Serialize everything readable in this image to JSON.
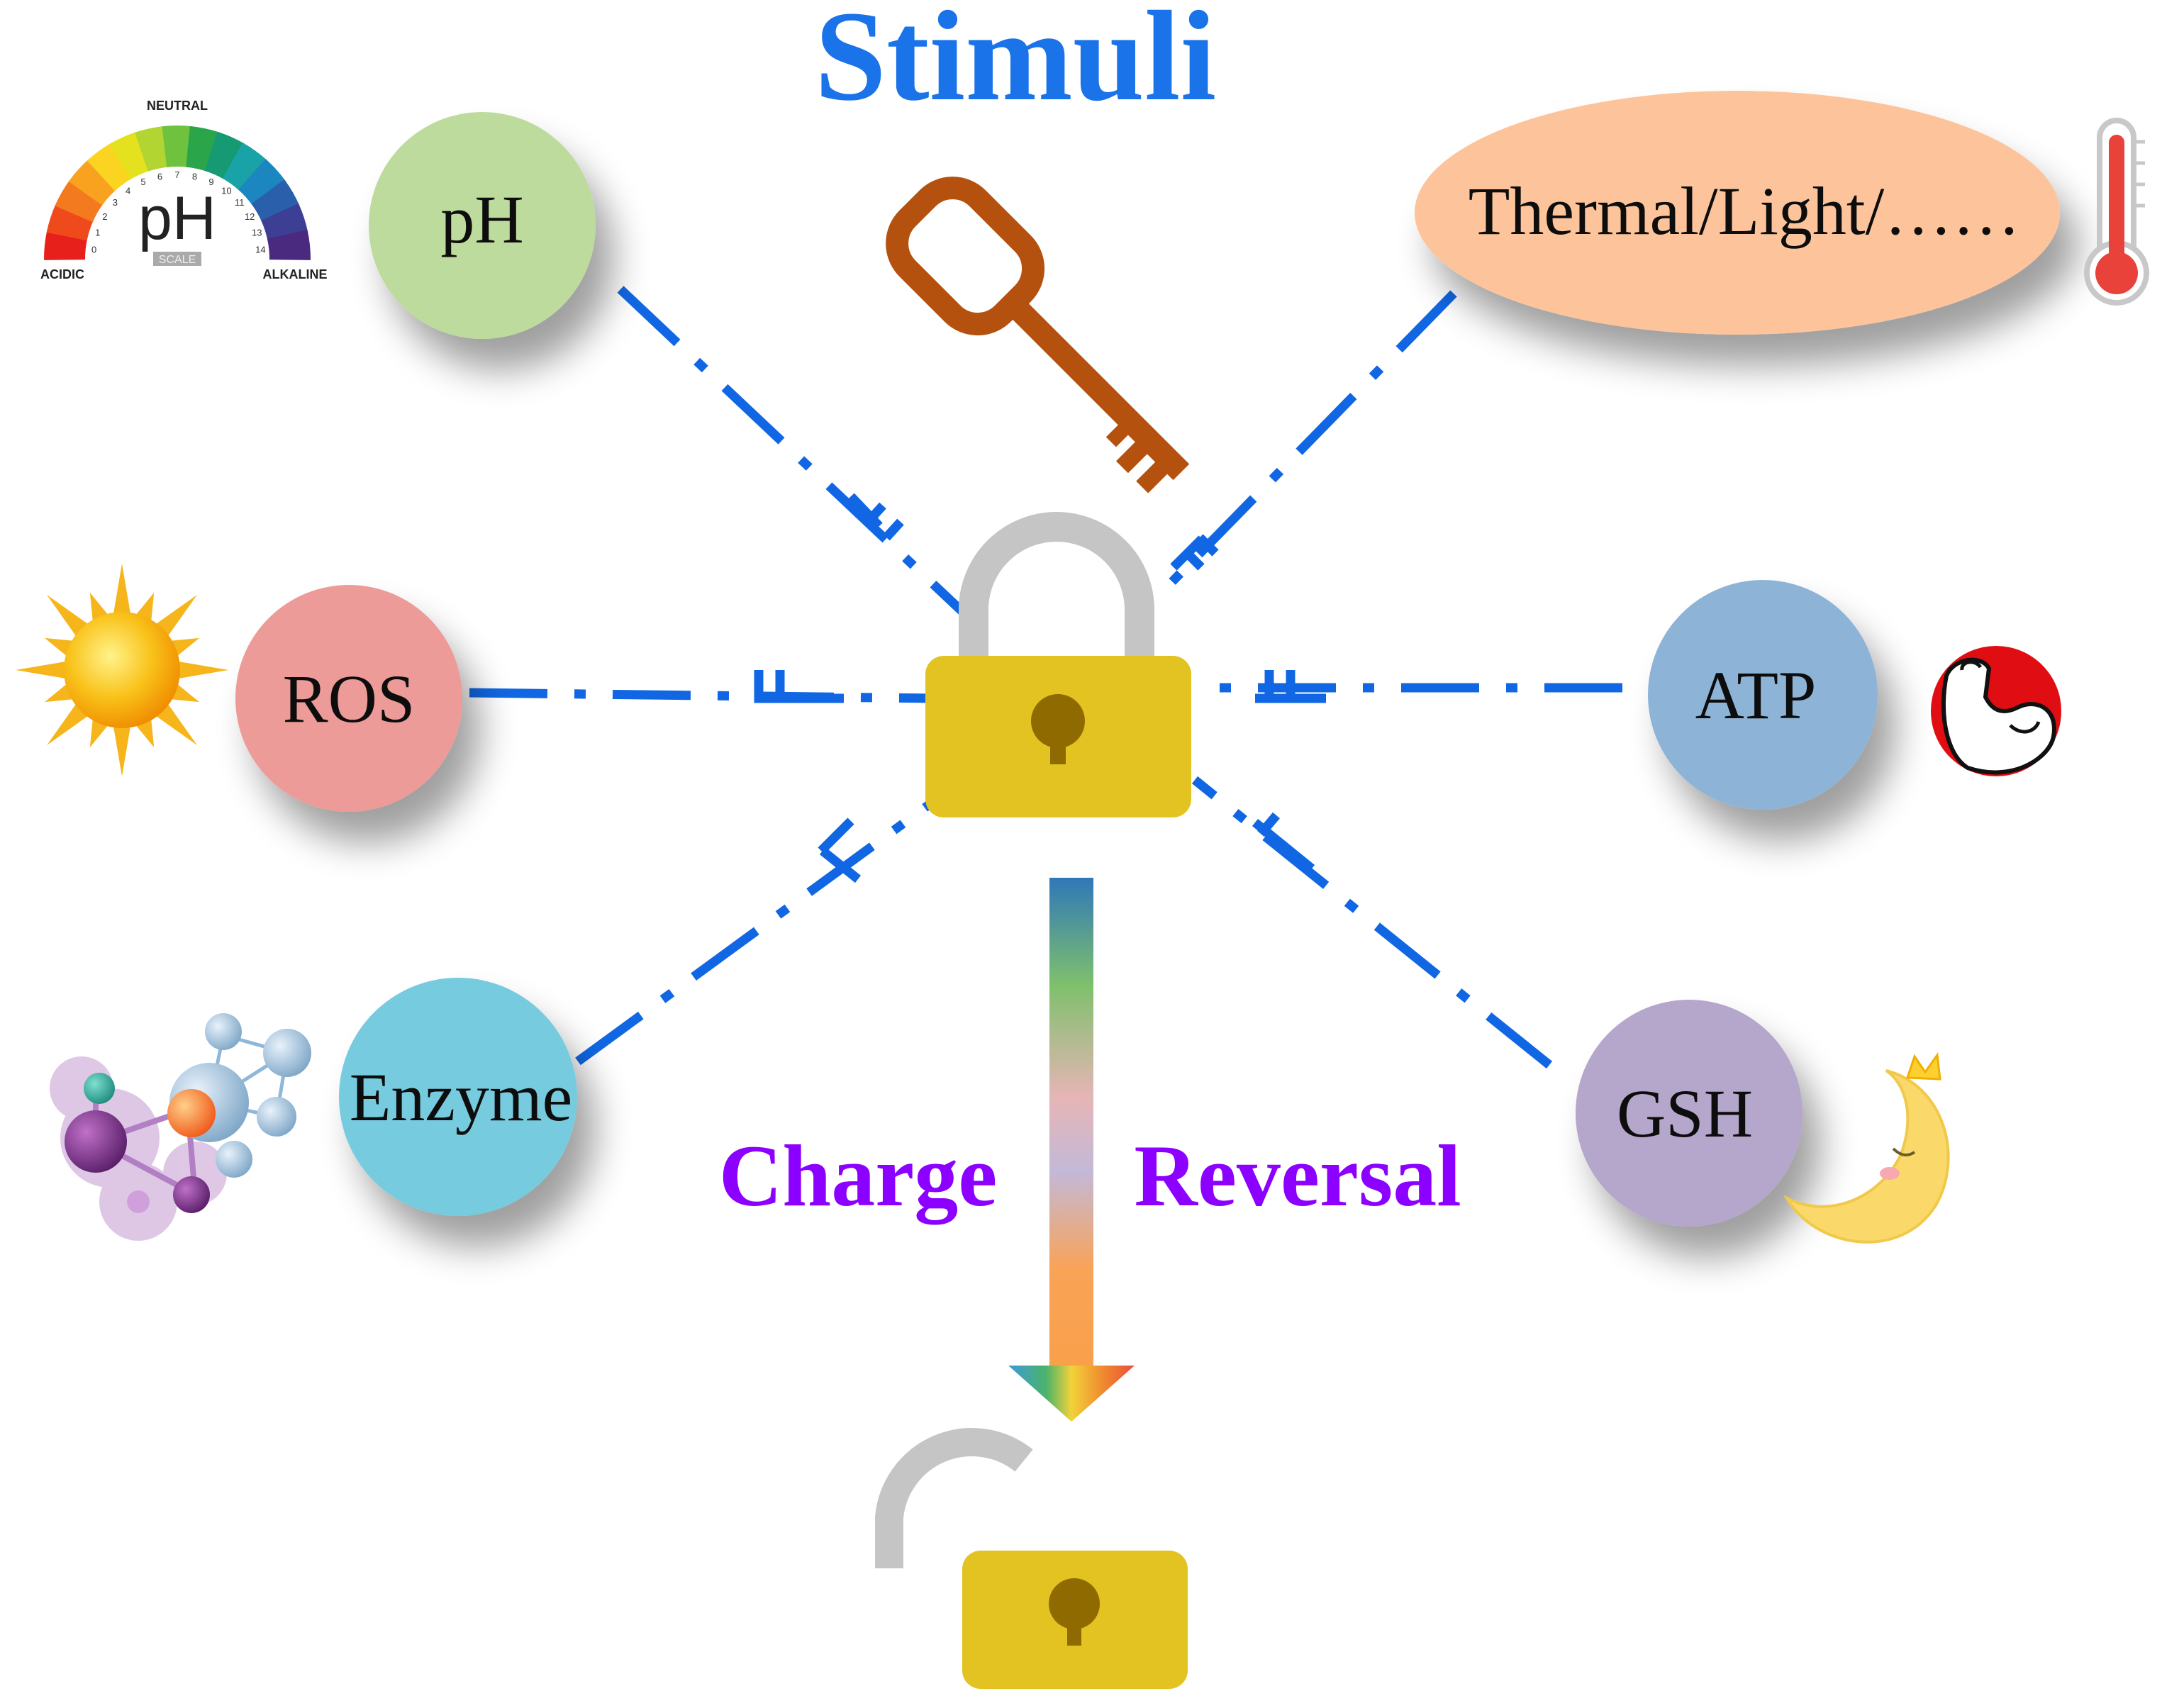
{
  "title": "Stimuli",
  "caption": {
    "left": "Charge",
    "right": "Reversal"
  },
  "stimuli": {
    "ph": {
      "label": "pH",
      "fill": "#bddb9c"
    },
    "thermal": {
      "label": "Thermal/Light/……",
      "fill": "#fdc49b"
    },
    "ros": {
      "label": "ROS",
      "fill": "#ec9b98"
    },
    "atp": {
      "label": "ATP",
      "fill": "#8db4d6"
    },
    "enzyme": {
      "label": "Enzyme",
      "fill": "#77cbdf"
    },
    "gsh": {
      "label": "GSH",
      "fill": "#b5a6cb"
    }
  },
  "ph_scale": {
    "center": "pH",
    "neutral": "NEUTRAL",
    "acidic": "ACIDIC",
    "alkaline": "ALKALINE",
    "scale": "SCALE",
    "numbers": [
      "0",
      "1",
      "2",
      "3",
      "4",
      "5",
      "6",
      "7",
      "8",
      "9",
      "10",
      "11",
      "12",
      "13",
      "14"
    ]
  },
  "colors": {
    "title": "#1a73e8",
    "caption": "#8b00ff",
    "dash_line": "#1167e3",
    "lock_body": "#e2c321",
    "lock_shackle": "#c5c5c5",
    "keyhole": "#8f6a00",
    "key": "#b4510f"
  },
  "icons": [
    "ph-scale-icon",
    "key-icon",
    "thermometer-icon",
    "sun-icon",
    "muscle-icon",
    "molecule-icon",
    "moon-icon",
    "closed-lock-icon",
    "open-lock-icon",
    "gradient-arrow-icon"
  ]
}
